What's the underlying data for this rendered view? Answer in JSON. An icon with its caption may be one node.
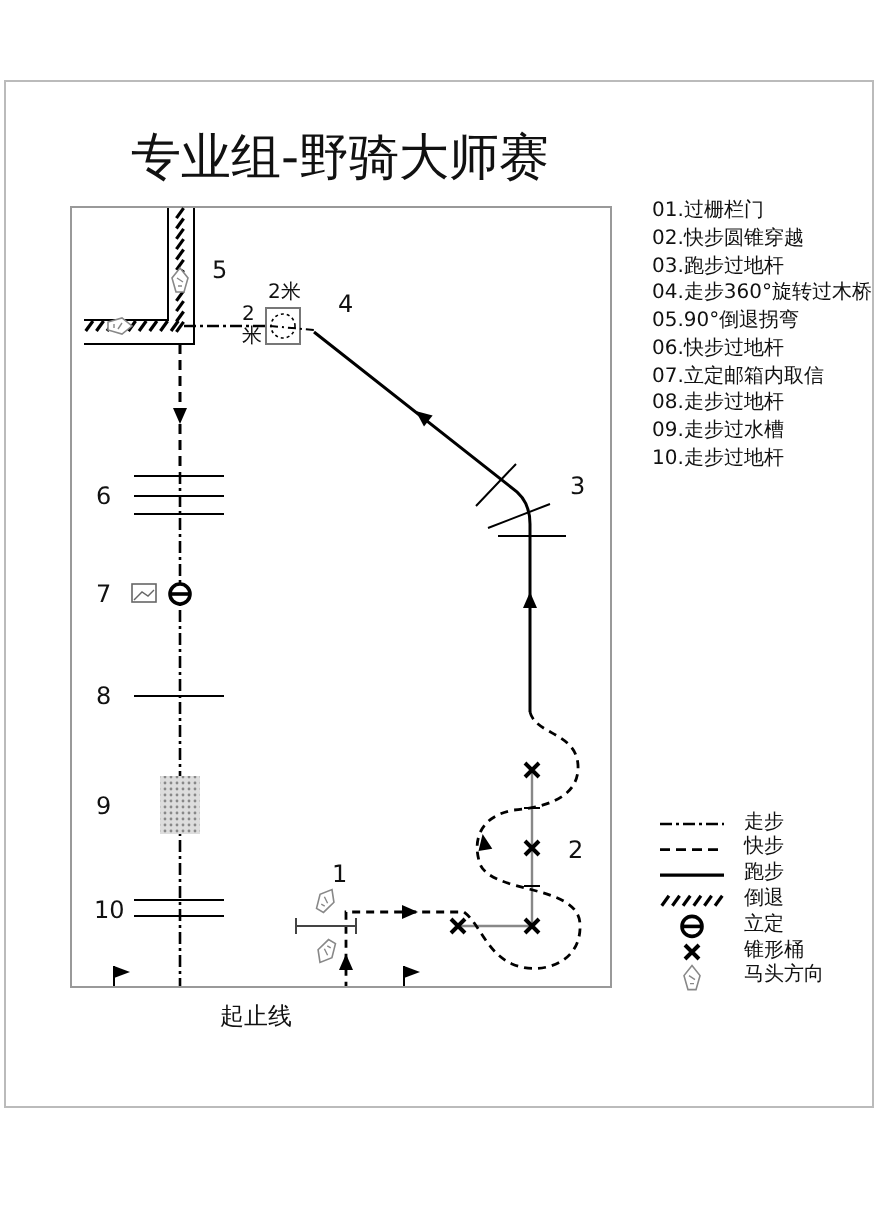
{
  "diagram": {
    "title": "专业组-野骑大师赛",
    "labels": [
      "01.过栅栏门",
      "02.快步圆锥穿越",
      "03.跑步过地杆",
      "04.走步360°旋转过木桥",
      "05.90°倒退拐弯",
      "06.快步过地杆",
      "07.立定邮箱内取信",
      "08.走步过地杆",
      "09.走步过水槽",
      "10.走步过地杆",
      "5",
      "2米",
      "2米",
      "4",
      "3",
      "6",
      "7",
      "8",
      "9",
      "2",
      "1",
      "10",
      "起止线"
    ],
    "legend": [
      {
        "text": "走步"
      },
      {
        "text": "快步"
      },
      {
        "text": "跑步"
      },
      {
        "text": "倒退"
      },
      {
        "text": "立定"
      },
      {
        "text": "锥形桶"
      },
      {
        "text": "马头方向"
      }
    ]
  }
}
